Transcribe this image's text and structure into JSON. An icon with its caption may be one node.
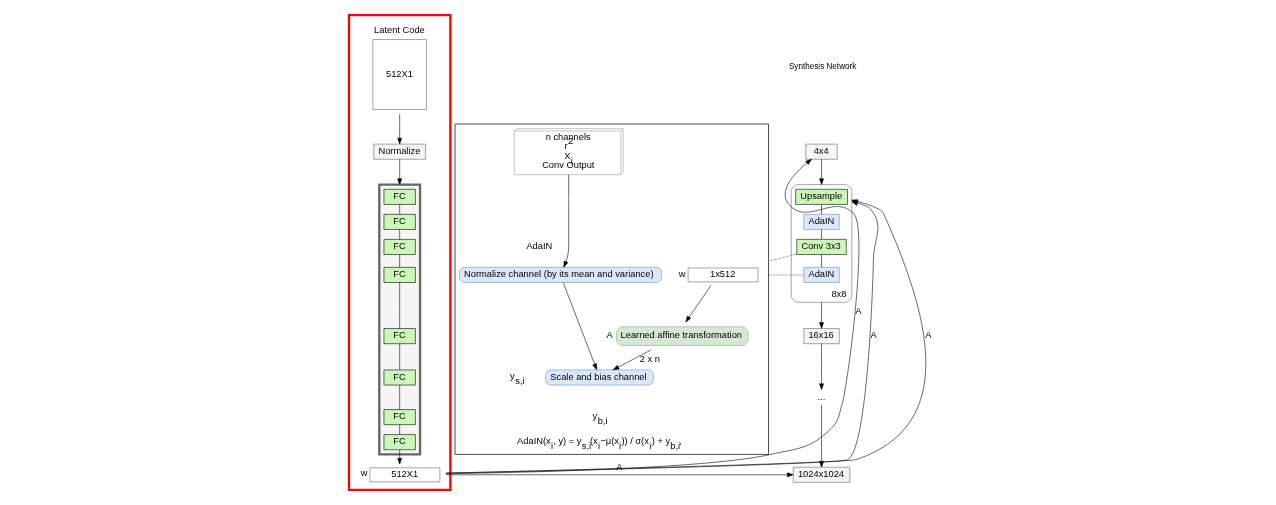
{
  "diagram": {
    "nodes": [
      {
        "text": [],
        "shape": "box"
      },
      {
        "text": [
          "Latent Code",
          "512X1"
        ],
        "in": 0
      },
      {
        "text": [
          "Normalize"
        ],
        "in": 0
      },
      {
        "text": [],
        "shape": "box",
        "in": 0
      },
      {
        "text": [
          "FC"
        ],
        "in": 3
      },
      {
        "text": [
          "FC"
        ],
        "in": 3
      },
      {
        "text": [
          "FC"
        ],
        "in": 3
      },
      {
        "text": [
          "FC"
        ],
        "in": 3
      },
      {
        "text": [
          "FC"
        ],
        "in": 3
      },
      {
        "text": [
          "FC"
        ],
        "in": 3
      },
      {
        "text": [
          "FC"
        ],
        "in": 3
      },
      {
        "text": [
          "FC"
        ],
        "in": 3
      },
      {
        "text": [
          "w",
          "512X1"
        ],
        "in": 0
      },
      {
        "text": [
          "4x4"
        ]
      },
      {
        "text": [
          "8x8"
        ]
      },
      {
        "text": [
          "Upsample"
        ],
        "in": 14
      },
      {
        "text": [
          "AdaIN"
        ],
        "in": 14
      },
      {
        "text": [
          "Conv 3x3"
        ],
        "in": 14
      },
      {
        "text": [
          "AdaIN"
        ],
        "in": 14
      },
      {
        "text": [
          "16x16"
        ]
      },
      {
        "text": [
          "..."
        ]
      },
      {
        "text": [
          "1024x1024"
        ]
      },
      {
        "text": [],
        "shape": "box"
      },
      {
        "text": [
          "w",
          "1x512"
        ],
        "in": 22
      },
      {
        "text": [
          "Learned affine transformation"
        ],
        "beside": [
          "A"
        ],
        "in": 22
      },
      {
        "text": [
          "n channels",
          "r$^{2}$",
          "X$_{i}$",
          "Conv Output"
        ],
        "in": 22
      },
      {
        "text": [
          "Normalize channel (by its mean and variance)"
        ],
        "in": 22
      },
      {
        "text": [
          "Scale and bias channel"
        ],
        "in": 22
      }
    ],
    "edges": [
      {
        "from": 1,
        "to": 2,
        "arrow": "to"
      },
      {
        "from": 2,
        "to": 3,
        "arrow": "to"
      },
      {
        "from": 4,
        "to": 5,
        "arrow": "none"
      },
      {
        "from": 5,
        "to": 6,
        "arrow": "none"
      },
      {
        "from": 6,
        "to": 7,
        "arrow": "none"
      },
      {
        "from": 7,
        "to": 8,
        "arrow": "none"
      },
      {
        "from": 8,
        "to": 9,
        "arrow": "none"
      },
      {
        "from": 9,
        "to": 10,
        "arrow": "none"
      },
      {
        "from": 10,
        "to": 11,
        "arrow": "none"
      },
      {
        "from": 11,
        "to": 12,
        "arrow": "to"
      },
      {
        "from": 12,
        "to": 13,
        "arrow": "to",
        "label": "A"
      },
      {
        "from": 12,
        "to": 14,
        "arrow": "to",
        "label": "A"
      },
      {
        "from": 12,
        "to": 14,
        "arrow": "to",
        "label": "A"
      },
      {
        "from": 12,
        "to": 21,
        "arrow": "to",
        "label": "A"
      },
      {
        "from": 13,
        "to": 14,
        "arrow": "to"
      },
      {
        "from": 15,
        "to": 16,
        "arrow": "none"
      },
      {
        "from": 16,
        "to": 17,
        "arrow": "none"
      },
      {
        "from": 17,
        "to": 18,
        "arrow": "none"
      },
      {
        "from": 14,
        "to": 19,
        "arrow": "to"
      },
      {
        "from": 19,
        "to": 20,
        "arrow": "to"
      },
      {
        "from": 20,
        "to": 21,
        "arrow": "to"
      },
      {
        "from": 17,
        "to": 22,
        "arrow": "none",
        "style": "dashed",
        "color": "#666666"
      },
      {
        "from": 18,
        "to": 22,
        "arrow": "none",
        "style": "dashed",
        "color": "#666666"
      },
      {
        "from": 23,
        "to": 24,
        "arrow": "to"
      },
      {
        "from": 25,
        "to": 26,
        "arrow": "to"
      },
      {
        "from": 26,
        "to": 27,
        "arrow": "to"
      },
      {
        "from": 24,
        "to": 27,
        "arrow": "to",
        "label": "2 x n"
      }
    ],
    "labels": [
      "Synthesis Network",
      "AdaIN",
      "y$_{s,i}$",
      "y$_{b,i}$",
      "AdaIN(x$_{i}$, y) = y$_{s,i}$(x$_{i}$−μ(x$_{i}$)) / σ(x$_{i}$) + y$_{b,i}$,"
    ]
  }
}
